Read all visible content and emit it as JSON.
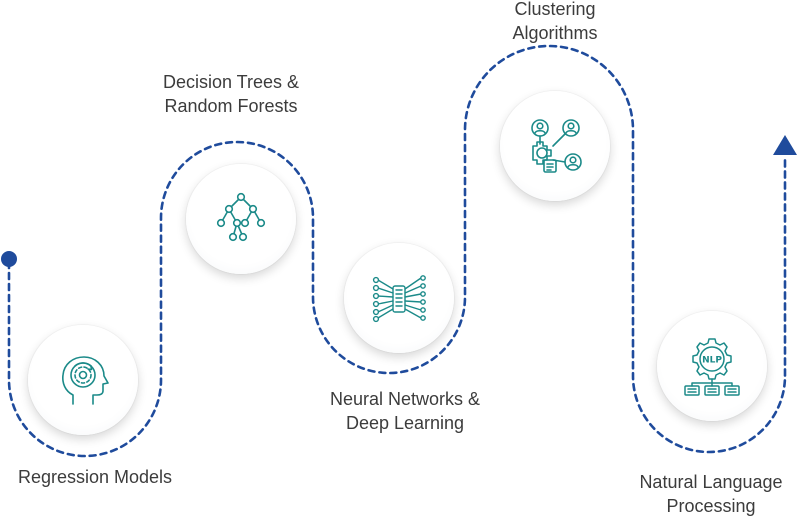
{
  "colors": {
    "path": "#1f4b9c",
    "icon": "#1b8a89",
    "arrow": "#1f4b9c",
    "text": "#3c3c3c"
  },
  "steps": [
    {
      "line1": "Regression Models",
      "line2": "",
      "icon": "head-gear-icon"
    },
    {
      "line1": "Decision Trees &",
      "line2": "Random Forests",
      "icon": "decision-tree-icon"
    },
    {
      "line1": "Neural Networks &",
      "line2": "Deep Learning",
      "icon": "neural-network-icon"
    },
    {
      "line1": "Clustering",
      "line2": "Algorithms",
      "icon": "clustering-users-icon"
    },
    {
      "line1": "Natural Language",
      "line2": "Processing",
      "icon": "nlp-gear-icon"
    }
  ],
  "nlp_badge": "NLP"
}
